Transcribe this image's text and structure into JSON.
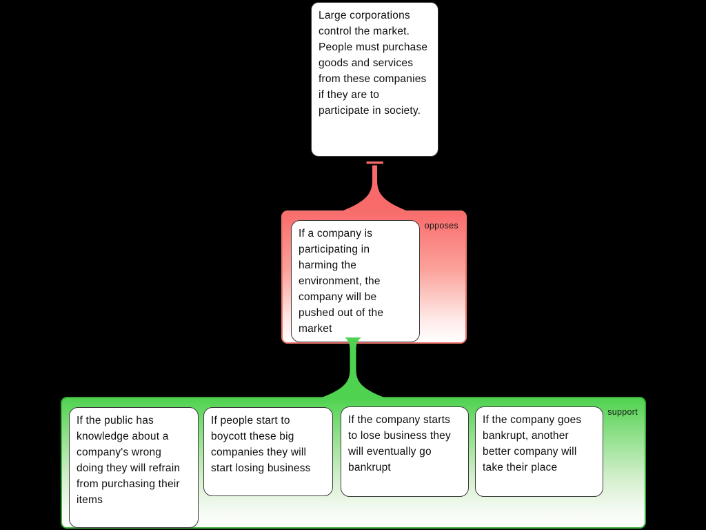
{
  "diagram": {
    "type": "argument-map",
    "claim": {
      "text": "Large corporations control the market. People must purchase goods and services from these companies if they are to participate in society."
    },
    "opposes": {
      "label": "opposes",
      "reasons": [
        {
          "text": "If a company is participating in harming the environment, the company will be pushed out of the market"
        }
      ]
    },
    "support": {
      "label": "support",
      "reasons": [
        {
          "text": "If the public has knowledge about a company's wrong doing they will refrain from purchasing their items"
        },
        {
          "text": "If people start to boycott these big companies they will start losing business"
        },
        {
          "text": "If the company starts to lose business they will eventually go bankrupt"
        },
        {
          "text": "If the company goes bankrupt, another better company will take their place"
        }
      ]
    },
    "colors": {
      "background": "#000000",
      "oppose_red": "#f96b6b",
      "support_green": "#4fd24f",
      "node_fill": "#ffffff",
      "node_border": "#3a3a3a"
    }
  }
}
